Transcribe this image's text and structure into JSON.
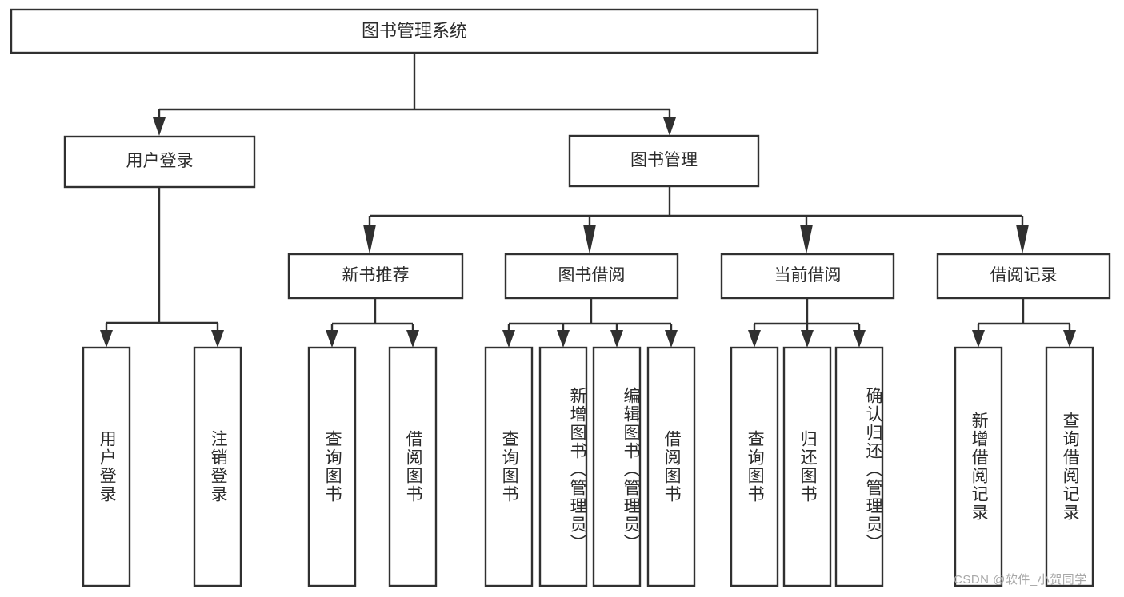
{
  "diagram": {
    "type": "tree-hierarchy",
    "title": "图书管理系统",
    "orientation": "top-down",
    "watermark": "CSDN @软件_小贺同学",
    "colors": {
      "box_stroke": "#303030",
      "box_fill": "#ffffff",
      "text": "#2b2b2b",
      "connector": "#303030",
      "background": "#ffffff",
      "watermark": "#a8a8a8"
    },
    "levels": 3,
    "nodes": {
      "root": {
        "id": "root",
        "label": "图书管理系统",
        "level": 0,
        "orientation": "horizontal"
      },
      "l1": [
        {
          "id": "user-login",
          "label": "用户登录",
          "level": 1,
          "orientation": "horizontal"
        },
        {
          "id": "book-manage",
          "label": "图书管理",
          "level": 1,
          "orientation": "horizontal"
        }
      ],
      "l2": [
        {
          "id": "new-book-recommend",
          "label": "新书推荐",
          "level": 2,
          "orientation": "horizontal",
          "parent": "book-manage"
        },
        {
          "id": "book-borrow",
          "label": "图书借阅",
          "level": 2,
          "orientation": "horizontal",
          "parent": "book-manage"
        },
        {
          "id": "current-borrow",
          "label": "当前借阅",
          "level": 2,
          "orientation": "horizontal",
          "parent": "book-manage"
        },
        {
          "id": "borrow-record",
          "label": "借阅记录",
          "level": 2,
          "orientation": "horizontal",
          "parent": "book-manage"
        }
      ],
      "leaves": [
        {
          "id": "leaf-user-login",
          "label": "用户登录",
          "parent": "user-login",
          "orientation": "vertical"
        },
        {
          "id": "leaf-user-logout",
          "label": "注销登录",
          "parent": "user-login",
          "orientation": "vertical"
        },
        {
          "id": "leaf-query-book-1",
          "label": "查询图书",
          "parent": "new-book-recommend",
          "orientation": "vertical"
        },
        {
          "id": "leaf-borrow-book-1",
          "label": "借阅图书",
          "parent": "new-book-recommend",
          "orientation": "vertical"
        },
        {
          "id": "leaf-query-book-2",
          "label": "查询图书",
          "parent": "book-borrow",
          "orientation": "vertical"
        },
        {
          "id": "leaf-add-book",
          "label": "新增图书（管理员）",
          "parent": "book-borrow",
          "orientation": "vertical"
        },
        {
          "id": "leaf-edit-book",
          "label": "编辑图书（管理员）",
          "parent": "book-borrow",
          "orientation": "vertical"
        },
        {
          "id": "leaf-borrow-book-2",
          "label": "借阅图书",
          "parent": "book-borrow",
          "orientation": "vertical"
        },
        {
          "id": "leaf-query-book-3",
          "label": "查询图书",
          "parent": "current-borrow",
          "orientation": "vertical"
        },
        {
          "id": "leaf-return-book",
          "label": "归还图书",
          "parent": "current-borrow",
          "orientation": "vertical"
        },
        {
          "id": "leaf-confirm-return",
          "label": "确认归还（管理员）",
          "parent": "current-borrow",
          "orientation": "vertical"
        },
        {
          "id": "leaf-add-record",
          "label": "新增借阅记录",
          "parent": "borrow-record",
          "orientation": "vertical"
        },
        {
          "id": "leaf-query-record",
          "label": "查询借阅记录",
          "parent": "borrow-record",
          "orientation": "vertical"
        }
      ]
    }
  }
}
